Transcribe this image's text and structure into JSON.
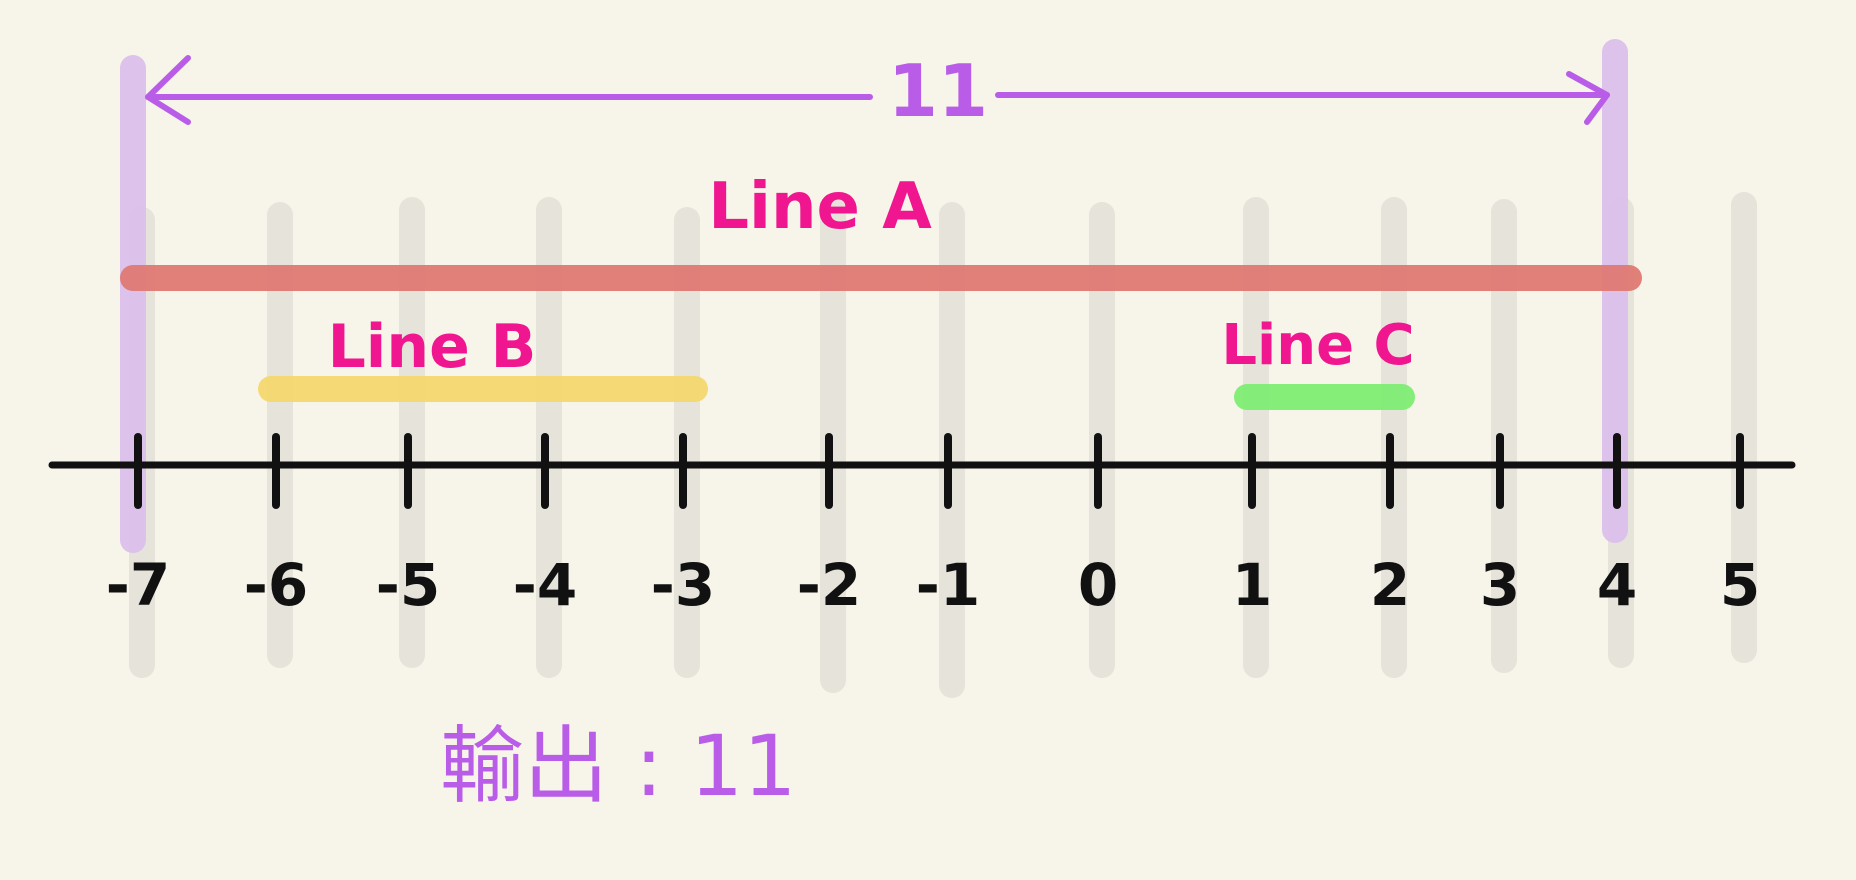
{
  "number_line": {
    "ticks": [
      "-7",
      "-6",
      "-5",
      "-4",
      "-3",
      "-2",
      "-1",
      "0",
      "1",
      "2",
      "3",
      "4",
      "5"
    ]
  },
  "segments": [
    {
      "label": "Line A",
      "start": -7,
      "end": 4,
      "color": "#e07a74",
      "label_color": "#f0168f"
    },
    {
      "label": "Line B",
      "start": -6,
      "end": -3,
      "color": "#f5d86e",
      "label_color": "#f0168f"
    },
    {
      "label": "Line C",
      "start": 1,
      "end": 2,
      "color": "#7fee74",
      "label_color": "#f0168f"
    }
  ],
  "span": {
    "start": -7,
    "end": 4,
    "label": "11",
    "color": "#b95de8"
  },
  "output": {
    "text": "輸出 : 11",
    "color": "#b95de8"
  },
  "colors": {
    "background": "#f7f4e9",
    "axis": "#111111",
    "guide": "#e6e3da",
    "span_band": "#dcc0ec"
  }
}
